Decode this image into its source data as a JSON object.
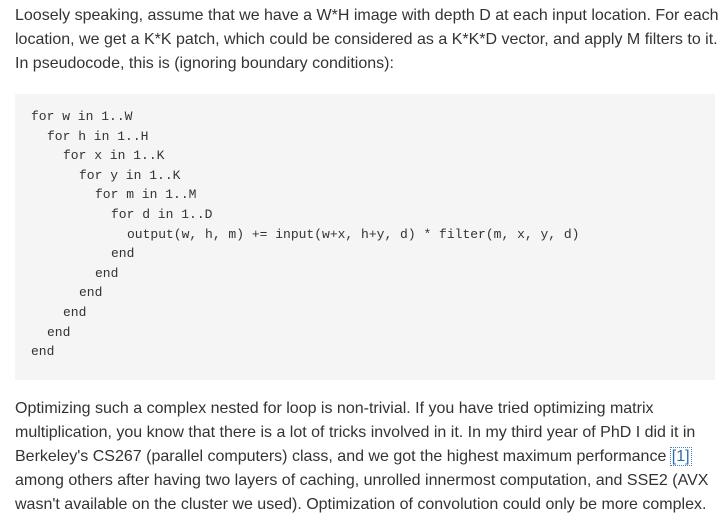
{
  "intro": {
    "lines": [
      "Loosely speaking, assume that we have a W*H image with depth D at each input location. For each",
      "location, we get a K*K patch, which could be considered as a K*K*D vector, and apply M filters to it.",
      "In pseudocode, this is (ignoring boundary conditions):"
    ]
  },
  "code": {
    "lines": [
      {
        "indent": 0,
        "text": "for w in 1..W"
      },
      {
        "indent": 1,
        "text": "for h in 1..H"
      },
      {
        "indent": 2,
        "text": "for x in 1..K"
      },
      {
        "indent": 3,
        "text": "for y in 1..K"
      },
      {
        "indent": 4,
        "text": "for m in 1..M"
      },
      {
        "indent": 5,
        "text": "for d in 1..D"
      },
      {
        "indent": 6,
        "text": "output(w, h, m) += input(w+x, h+y, d) * filter(m, x, y, d)"
      },
      {
        "indent": 5,
        "text": "end"
      },
      {
        "indent": 4,
        "text": "end"
      },
      {
        "indent": 3,
        "text": "end"
      },
      {
        "indent": 2,
        "text": "end"
      },
      {
        "indent": 1,
        "text": "end"
      },
      {
        "indent": 0,
        "text": "end"
      }
    ]
  },
  "outro": {
    "line1": "Optimizing such a complex nested for loop is non-trivial. If you have tried optimizing matrix",
    "line2": "multiplication, you know that there is a lot of tricks involved in it. In my third year of PhD I did it in",
    "line3": "Berkeley's CS267 (parallel computers) class, and we got the highest maximum performance ",
    "ref_link": "[1]",
    "line4": "among others after having two layers of caching, unrolled innermost computation, and SSE2 (AVX",
    "line5": "wasn't available on the cluster we used). Optimization of convolution could only be more complex."
  },
  "colors": {
    "text": "#333333",
    "code_background": "#f5f5f5",
    "link": "#2a6db0"
  }
}
